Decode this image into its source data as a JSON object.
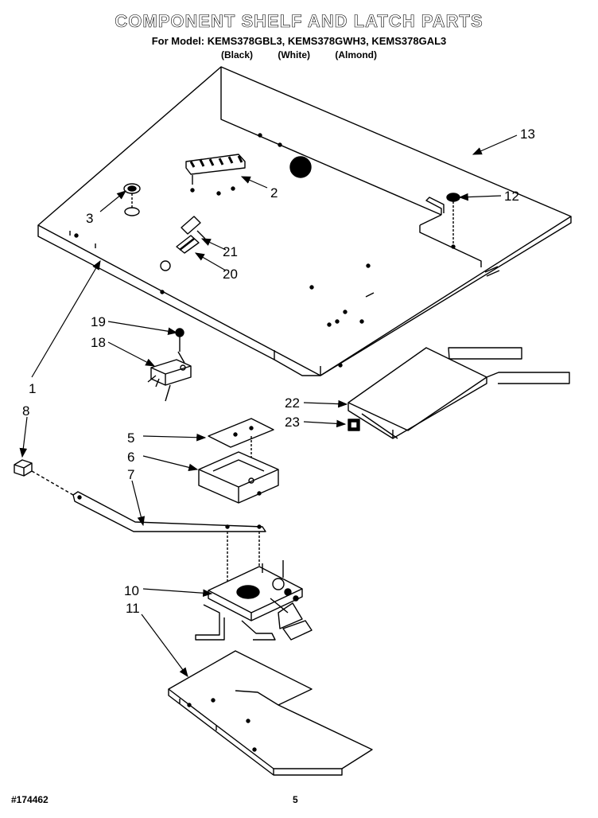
{
  "header": {
    "title": "COMPONENT SHELF AND LATCH PARTS",
    "model_line": "For Model: KEMS378GBL3, KEMS378GWH3, KEMS378GAL3",
    "colors": [
      "(Black)",
      "(White)",
      "(Almond)"
    ]
  },
  "callouts": [
    "1",
    "2",
    "3",
    "5",
    "6",
    "7",
    "8",
    "10",
    "11",
    "12",
    "13",
    "18",
    "19",
    "20",
    "21",
    "22",
    "23"
  ],
  "footer": {
    "part_number": "#174462",
    "page_number": "5"
  }
}
